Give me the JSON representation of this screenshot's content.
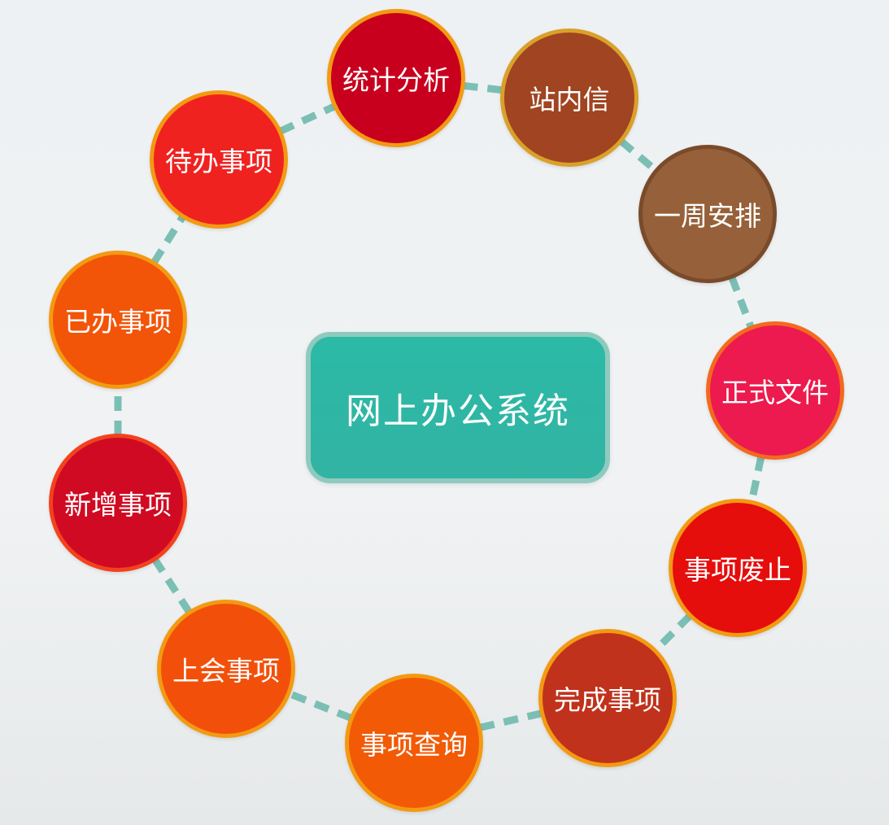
{
  "center": {
    "label": "网上办公系统",
    "color": "#2bbaa6",
    "border_color": "#8fcabe"
  },
  "connector_color": "#7bbfb4",
  "nodes": [
    {
      "id": "tongji",
      "label": "统计分析",
      "fill": "#c8001e",
      "border": "#f39a12"
    },
    {
      "id": "zhannei",
      "label": "站内信",
      "fill": "#a04421",
      "border": "#d9a12a"
    },
    {
      "id": "yizhou",
      "label": "一周安排",
      "fill": "#96613a",
      "border": "#7a4b2a"
    },
    {
      "id": "zhengshi",
      "label": "正式文件",
      "fill": "#ec1a4e",
      "border": "#f36a1e"
    },
    {
      "id": "feizhi",
      "label": "事项废止",
      "fill": "#e60d0d",
      "border": "#f39a12"
    },
    {
      "id": "wancheng",
      "label": "完成事项",
      "fill": "#c0321c",
      "border": "#f39a12"
    },
    {
      "id": "chaxun",
      "label": "事项查询",
      "fill": "#f25a06",
      "border": "#f39a12"
    },
    {
      "id": "shanghui",
      "label": "上会事项",
      "fill": "#f2500a",
      "border": "#f39a12"
    },
    {
      "id": "xinzeng",
      "label": "新增事项",
      "fill": "#d00a22",
      "border": "#f2421e"
    },
    {
      "id": "yiban",
      "label": "已办事项",
      "fill": "#f25508",
      "border": "#f39a12"
    },
    {
      "id": "daiban",
      "label": "待办事项",
      "fill": "#ef2220",
      "border": "#f39a12"
    }
  ]
}
